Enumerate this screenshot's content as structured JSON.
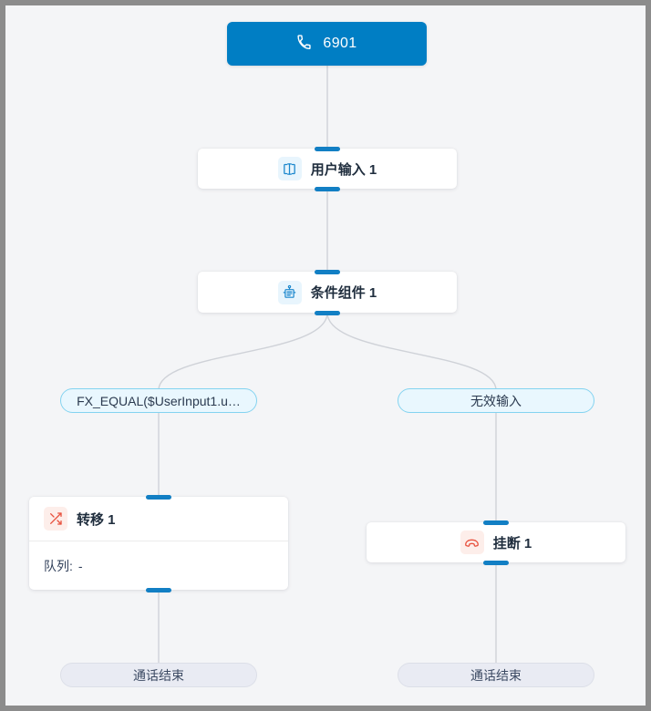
{
  "canvas": {
    "background": "#f4f5f7",
    "frame_color": "#8c8c8c"
  },
  "flow": {
    "start": {
      "label": "6901",
      "icon": "phone-icon",
      "color": "#007ec4"
    },
    "user_input": {
      "label": "用户输入 1",
      "icon": "user-input-icon"
    },
    "condition": {
      "label": "条件组件 1",
      "icon": "condition-icon"
    },
    "branches": [
      {
        "label": "FX_EQUAL($UserInput1.u…"
      },
      {
        "label": "无效输入"
      }
    ],
    "transfer": {
      "label": "转移 1",
      "icon": "transfer-icon",
      "detail_label": "队列:",
      "detail_value": "-"
    },
    "hangup": {
      "label": "挂断 1",
      "icon": "hangup-icon"
    },
    "ends": [
      {
        "label": "通话结束"
      },
      {
        "label": "通话结束"
      }
    ]
  },
  "colors": {
    "accent_blue": "#007ec4",
    "stub_blue": "#127fc4",
    "branch_fill": "#e9f7fe",
    "branch_border": "#84d3f0",
    "end_fill": "#e9ebf3",
    "end_border": "#dcdfe8",
    "icon_red": "#e8523f",
    "edge_line": "#cfd2d8"
  }
}
